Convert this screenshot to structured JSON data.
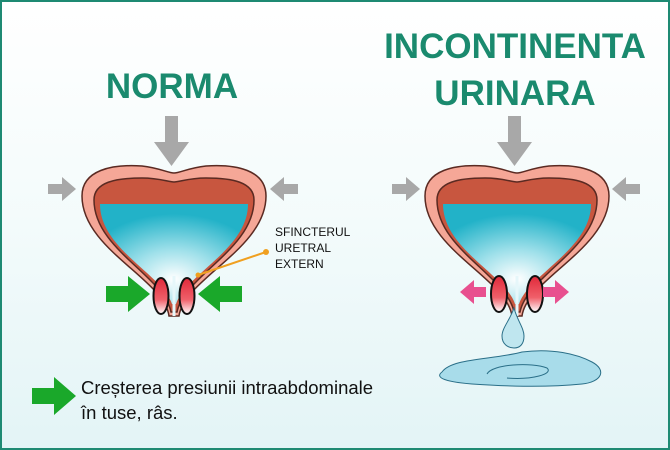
{
  "normal": {
    "title": "NORMA"
  },
  "incontinence": {
    "title_line1": "INCONTINENTA",
    "title_line2": "URINARA"
  },
  "sphincter_label": {
    "line1": "SFINCTERUL",
    "line2": "URETRAL",
    "line3": "EXTERN"
  },
  "legend": {
    "line1": "Creșterea presiunii intraabdominale",
    "line2": "în tuse, râs.",
    "icon": "green-arrow-icon"
  },
  "colors": {
    "title": "#1a8a6e",
    "pressure_arrow": "#1aa82a",
    "leak_arrow": "#e8508f",
    "gray_arrow": "#a8a8a8",
    "border": "#1e8a73"
  }
}
